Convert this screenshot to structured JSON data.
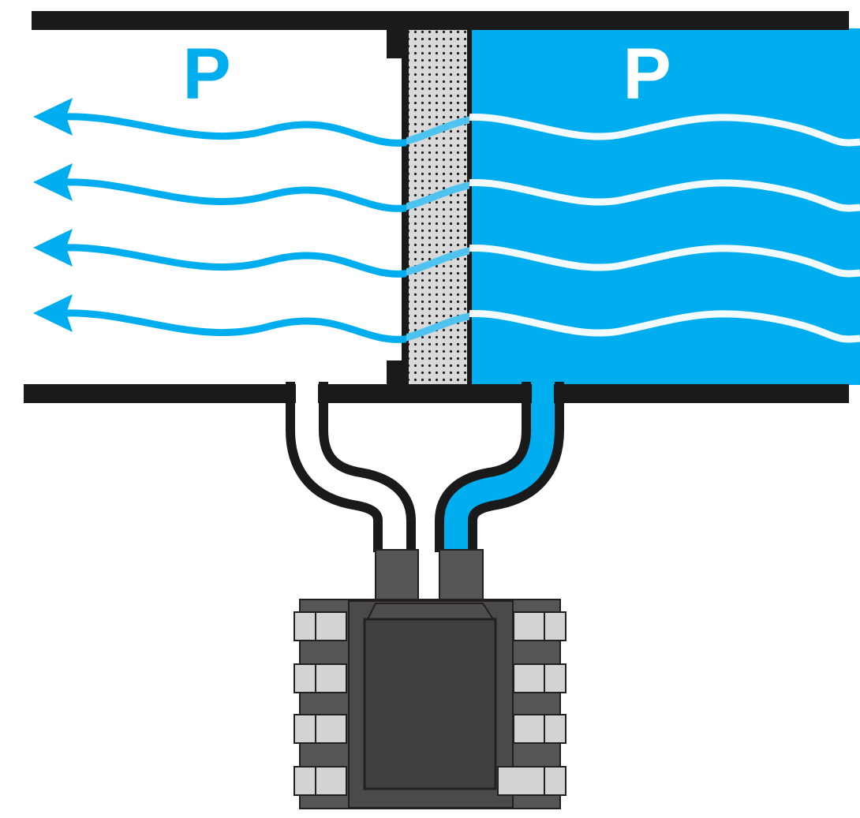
{
  "labels": {
    "left_pressure": "P",
    "right_pressure": "P"
  },
  "colors": {
    "fluid_blue": "#00aeef",
    "wall_black": "#1a1a1a",
    "filter_grey": "#d9d9d9",
    "sensor_body": "#555555",
    "sensor_top": "#404041",
    "pin_grey": "#d1d3d4"
  },
  "icons": {
    "flow_arrows": "arrow-left-icon",
    "filter": "porous-filter",
    "sensor": "differential-pressure-sensor-chip"
  }
}
